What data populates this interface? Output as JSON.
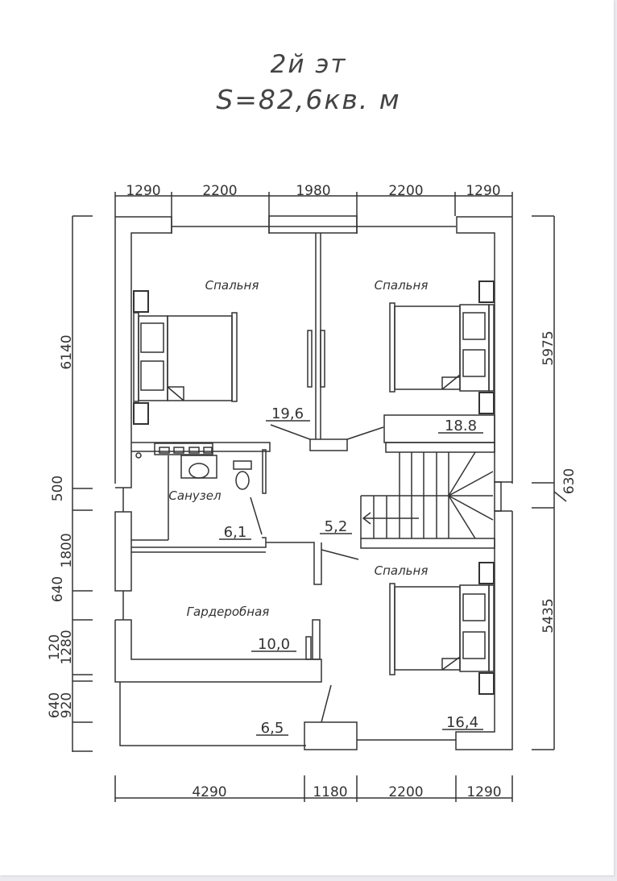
{
  "title": {
    "floor": "2й  эт",
    "area": "S=82,6кв. м"
  },
  "dimensions": {
    "top": [
      "1290",
      "2200",
      "1980",
      "2200",
      "1290"
    ],
    "bottom": [
      "4290",
      "1180",
      "2200",
      "1290"
    ],
    "left": [
      "6140",
      "500",
      "1800",
      "640",
      "120",
      "1280",
      "640",
      "920"
    ],
    "right": [
      "5975",
      "630",
      "5435"
    ]
  },
  "rooms": [
    {
      "name": "Спальня",
      "area": "19,6"
    },
    {
      "name": "Спальня",
      "area": "18.8"
    },
    {
      "name": "Санузел",
      "area": "6,1"
    },
    {
      "name": "",
      "area": "5,2"
    },
    {
      "name": "Спальня",
      "area": "16,4"
    },
    {
      "name": "Гардеробная",
      "area": "10,0"
    },
    {
      "name": "",
      "area": "6,5"
    }
  ],
  "colors": {
    "line": "#333333",
    "text": "#444444",
    "background": "#ffffff"
  }
}
